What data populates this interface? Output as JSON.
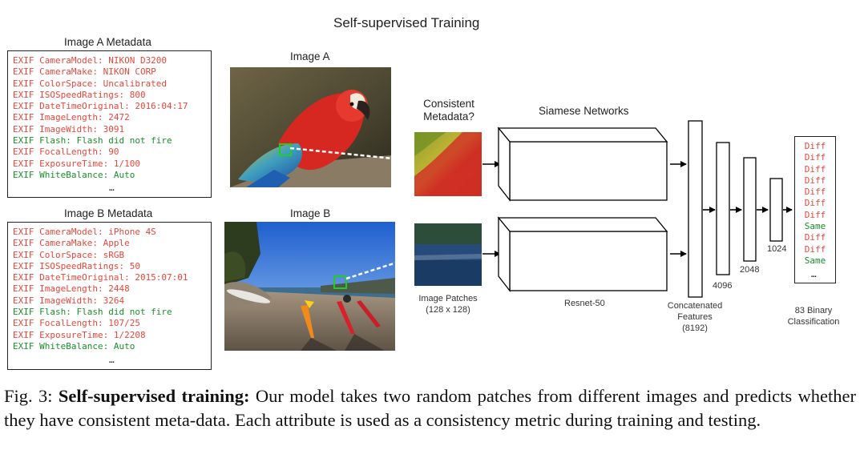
{
  "figure": {
    "title": "Self-supervised Training",
    "image_a_header": "Image A Metadata",
    "image_b_header": "Image B Metadata",
    "image_a_label": "Image A",
    "image_b_label": "Image B",
    "consistent_label_line1": "Consistent",
    "consistent_label_line2": "Metadata?",
    "siamese_label": "Siamese Networks",
    "patches_label_line1": "Image Patches",
    "patches_label_line2": "(128 x 128)",
    "resnet_label": "Resnet-50",
    "concat_line1": "Concatenated",
    "concat_line2": "Features",
    "concat_line3": "(8192)",
    "layer_4096": "4096",
    "layer_2048": "2048",
    "layer_1024": "1024",
    "binary_line1": "83 Binary",
    "binary_line2": "Classification",
    "ellipsis": "…",
    "colors": {
      "mismatch": "#e8473c",
      "match": "#1a8f2a",
      "patch_box": "#22cc22"
    }
  },
  "image_a_metadata": [
    {
      "text": "EXIF CameraModel: NIKON D3200",
      "status": "diff"
    },
    {
      "text": "EXIF CameraMake: NIKON CORP",
      "status": "diff"
    },
    {
      "text": "EXIF ColorSpace: Uncalibrated",
      "status": "diff"
    },
    {
      "text": "EXIF ISOSpeedRatings: 800",
      "status": "diff"
    },
    {
      "text": "EXIF DateTimeOriginal: 2016:04:17",
      "status": "diff"
    },
    {
      "text": "EXIF ImageLength: 2472",
      "status": "diff"
    },
    {
      "text": "EXIF ImageWidth: 3091",
      "status": "diff"
    },
    {
      "text": "EXIF Flash: Flash did not fire",
      "status": "same"
    },
    {
      "text": "EXIF FocalLength: 90",
      "status": "diff"
    },
    {
      "text": "EXIF ExposureTime: 1/100",
      "status": "diff"
    },
    {
      "text": "EXIF WhiteBalance: Auto",
      "status": "same"
    }
  ],
  "image_b_metadata": [
    {
      "text": "EXIF CameraModel: iPhone 4S",
      "status": "diff"
    },
    {
      "text": "EXIF CameraMake: Apple",
      "status": "diff"
    },
    {
      "text": "EXIF ColorSpace: sRGB",
      "status": "diff"
    },
    {
      "text": "EXIF ISOSpeedRatings: 50",
      "status": "diff"
    },
    {
      "text": "EXIF DateTimeOriginal: 2015:07:01",
      "status": "diff"
    },
    {
      "text": "EXIF ImageLength: 2448",
      "status": "diff"
    },
    {
      "text": "EXIF ImageWidth: 3264",
      "status": "diff"
    },
    {
      "text": "EXIF Flash: Flash did not fire",
      "status": "same"
    },
    {
      "text": "EXIF FocalLength: 107/25",
      "status": "diff"
    },
    {
      "text": "EXIF ExposureTime: 1/2208",
      "status": "diff"
    },
    {
      "text": "EXIF WhiteBalance: Auto",
      "status": "same"
    }
  ],
  "classification_outputs": [
    "Diff",
    "Diff",
    "Diff",
    "Diff",
    "Diff",
    "Diff",
    "Diff",
    "Same",
    "Diff",
    "Diff",
    "Same"
  ],
  "caption": {
    "prefix": "Fig. 3: ",
    "bold": "Self-supervised training:",
    "rest": " Our model takes two random patches from different images and predicts whether they have consistent meta-data. Each attribute is used as a consistency metric during training and testing."
  }
}
